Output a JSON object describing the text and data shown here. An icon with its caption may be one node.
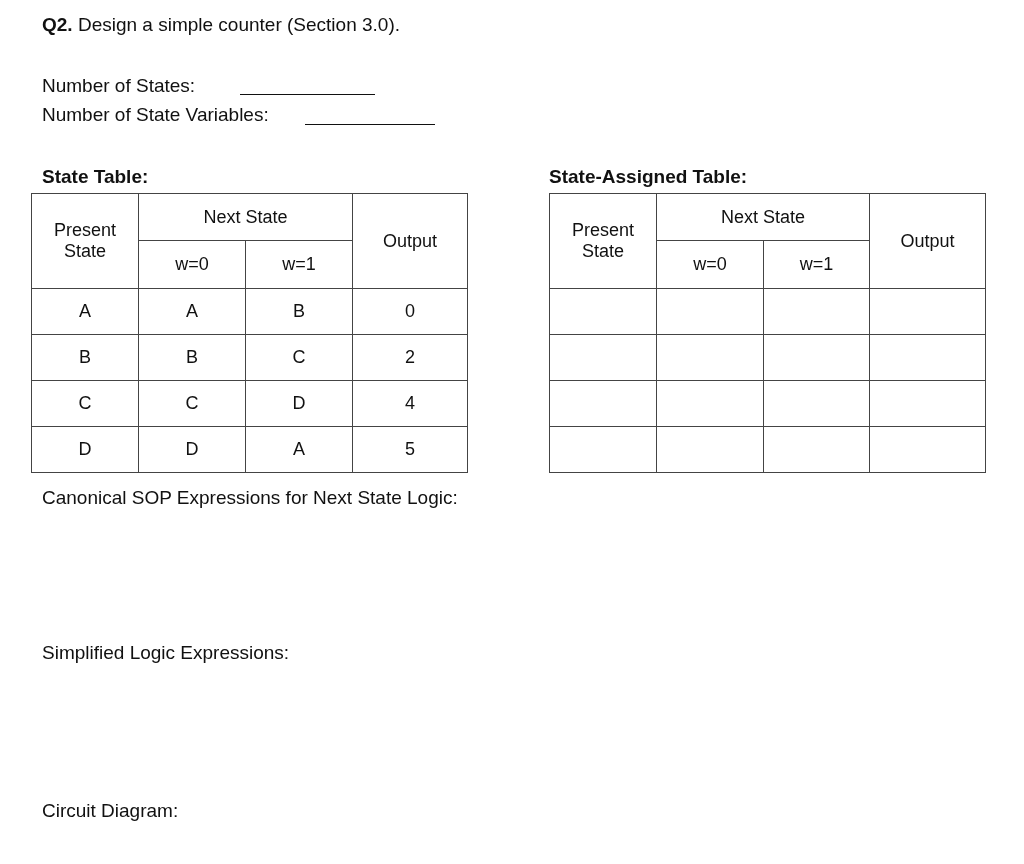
{
  "diagram": {
    "title": "**Q2.** Design a simple counter (Section 3.0).",
    "labels": [
      "Number of States:",
      "Number of State Variables:",
      "State Table:",
      "State-Assigned Table:",
      "Present State",
      "Next State",
      "Output",
      "w=0",
      "w=1",
      "A",
      "A",
      "B",
      "0",
      "B",
      "B",
      "C",
      "2",
      "C",
      "C",
      "D",
      "4",
      "D",
      "D",
      "A",
      "5",
      "Present State",
      "Next State",
      "Output",
      "w=0",
      "w=1",
      "Canonical SOP Expressions for Next State Logic:",
      "Simplified Logic Expressions:",
      "Circuit Diagram:"
    ]
  }
}
